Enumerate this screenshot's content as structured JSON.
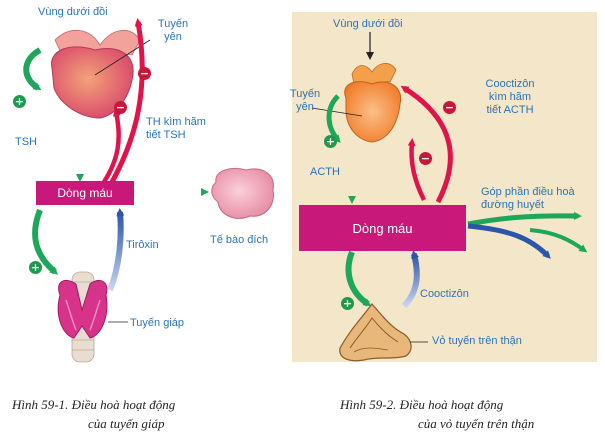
{
  "colors": {
    "stimulate": "#1ea65a",
    "inhibit": "#e0144a",
    "label_blue": "#2a74b8",
    "band": "#c8187a",
    "tan_bg": "#f3e6c9"
  },
  "left_diagram": {
    "hypothalamus": "Vùng dưới đồi",
    "pituitary": "Tuyến\nyên",
    "hormone": "TSH",
    "inhibition_note": "TH kìm hãm\ntiết TSH",
    "blood": "Dòng máu",
    "target_cell": "Tế bào đích",
    "product_hormone": "Tirôxin",
    "gland": "Tuyến giáp",
    "caption_line1": "Hình 59-1. Điều hoà hoạt động",
    "caption_line2": "của tuyến giáp"
  },
  "right_diagram": {
    "hypothalamus": "Vùng dưới đồi",
    "pituitary": "Tuyến\nyên",
    "inhibition_note": "Cooctizôn\nkìm hãm\ntiết ACTH",
    "hormone": "ACTH",
    "blood": "Dòng máu",
    "effect": "Góp phần điều hoà\nđường huyết",
    "product_hormone": "Cooctizôn",
    "gland": "Vỏ tuyến trên thận",
    "caption_line1": "Hình 59-2. Điều hoà hoạt động",
    "caption_line2": "của vỏ tuyến trên thận"
  },
  "signs": {
    "plus": "+",
    "minus": "−"
  }
}
